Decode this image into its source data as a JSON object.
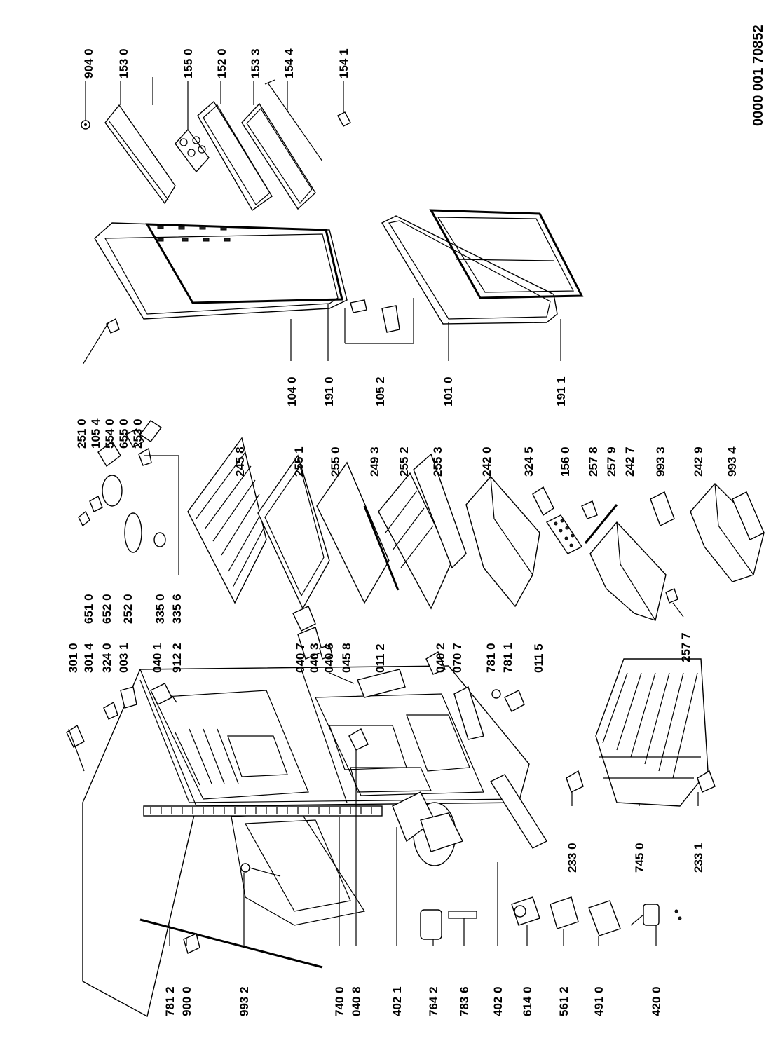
{
  "document_number": "0000 001 70852",
  "labels": {
    "p9040": "904 0",
    "p1530": "153 0",
    "p1550": "155 0",
    "p1520": "152 0",
    "p1533": "153 3",
    "p1544": "154 4",
    "p1541": "154 1",
    "p2510": "251 0",
    "p1054": "105 4",
    "p5540": "554 0",
    "p6550": "655 0",
    "p2530": "253 0",
    "p1040": "104 0",
    "p1910": "191 0",
    "p1052": "105 2",
    "p1010": "101 0",
    "p1911": "191 1",
    "p2458": "245 8",
    "p2551": "255 1",
    "p2550": "255 0",
    "p2493": "249 3",
    "p2552": "255 2",
    "p2553": "255 3",
    "p2420": "242 0",
    "p3245": "324 5",
    "p1560": "156 0",
    "p2578": "257 8",
    "p2579": "257 9",
    "p2427": "242 7",
    "p9933": "993 3",
    "p2429": "242 9",
    "p9934": "993 4",
    "p6510": "651 0",
    "p6520": "652 0",
    "p2520": "252 0",
    "p3350": "335 0",
    "p3356": "335 6",
    "p2577": "257 7",
    "p3010": "301 0",
    "p3014": "301 4",
    "p3240": "324 0",
    "p0031": "003 1",
    "p0401": "040 1",
    "p9122": "912 2",
    "p0407": "040 7",
    "p0403": "040 3",
    "p0406": "040 6",
    "p0458": "045 8",
    "p0112": "011 2",
    "p0402": "040 2",
    "p0707": "070 7",
    "p7810": "781 0",
    "p7811": "781 1",
    "p0115": "011 5",
    "p2330": "233 0",
    "p7450": "745 0",
    "p2331": "233 1",
    "p7812": "781 2",
    "p9000": "900 0",
    "p9932": "993 2",
    "p7400": "740 0",
    "p0408": "040 8",
    "p4021": "402 1",
    "p7642": "764 2",
    "p7836": "783 6",
    "p4020": "402 0",
    "p6140": "614 0",
    "p5612": "561 2",
    "p4910": "491 0",
    "p4200": "420 0"
  }
}
